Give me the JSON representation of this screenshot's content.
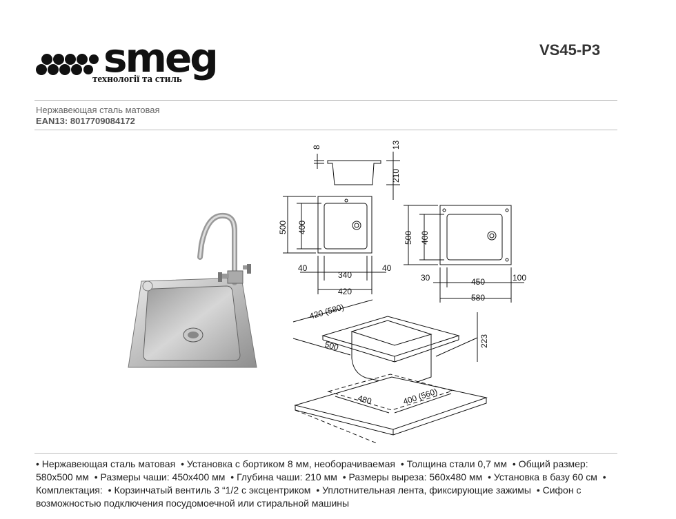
{
  "brand": {
    "name": "smeg",
    "tagline": "технології та стиль"
  },
  "model": "VS45-P3",
  "finish": "Нержавеющая сталь матовая",
  "ean": {
    "label": "EAN13:",
    "value": "8017709084172"
  },
  "drawing": {
    "side": {
      "d1": "8",
      "d2": "13",
      "d3": "210"
    },
    "front": {
      "h_outer": "500",
      "h_inner": "400",
      "left": "40",
      "inner": "340",
      "right": "40",
      "total": "420"
    },
    "top": {
      "h_outer": "500",
      "h_inner": "400",
      "left": "30",
      "inner": "450",
      "right": "100",
      "total": "580"
    },
    "iso": {
      "w": "420 (580)",
      "d": "500",
      "h": "223",
      "cut_d": "480",
      "cut_w": "400 (560)"
    }
  },
  "description": [
    "Нержавеющая сталь матовая",
    "Установка с бортиком 8 мм, необорачиваемая",
    "Толщина стали 0,7 мм",
    "Общий размер: 580x500 мм",
    "Размеры чаши: 450x400 мм",
    "Глубина чаши: 210 мм",
    "Размеры выреза: 560x480 мм",
    "Установка в базу 60 см",
    "Комплектация:",
    "Корзинчатый вентиль 3 “1/2 с эксцентриком",
    "Уплотнительная лента, фиксирующие зажимы",
    "Сифон с возможностью подключения посудомоечной или стиральной машины"
  ]
}
